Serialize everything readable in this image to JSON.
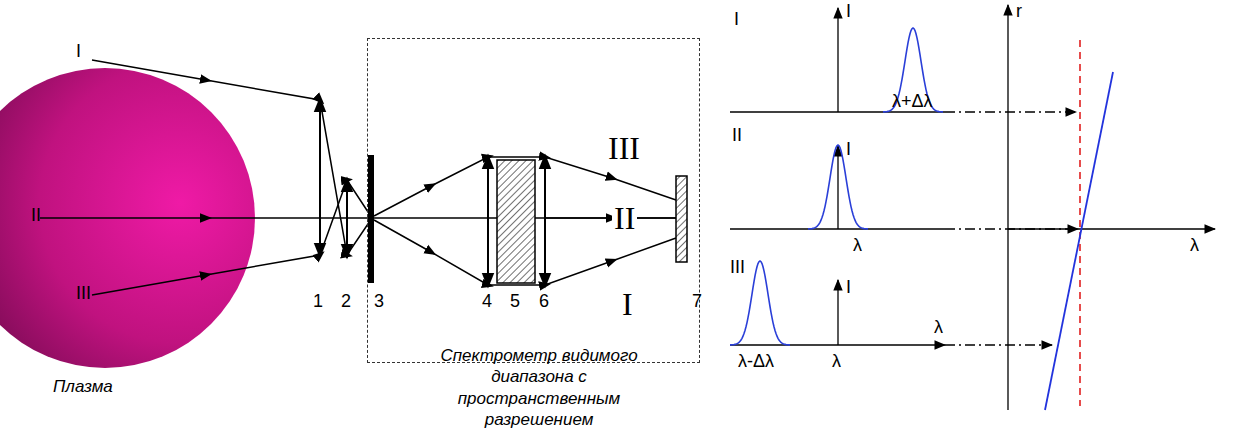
{
  "diagram": {
    "nodes": [
      {
        "text": [
          "I",
          "II",
          "III",
          "Плазма"
        ]
      },
      {
        "text": [
          "III",
          "II",
          "I",
          "Спектрометр видимого диапазона с пространственным разрешением"
        ]
      }
    ],
    "labels": [
      "1",
      "2",
      "3",
      "4",
      "5",
      "6",
      "7",
      "I",
      "I",
      "λ+Δλ",
      "II",
      "I",
      "λ",
      "III",
      "I",
      "λ-Δλ",
      "λ",
      "λ",
      "r",
      "λ"
    ]
  }
}
